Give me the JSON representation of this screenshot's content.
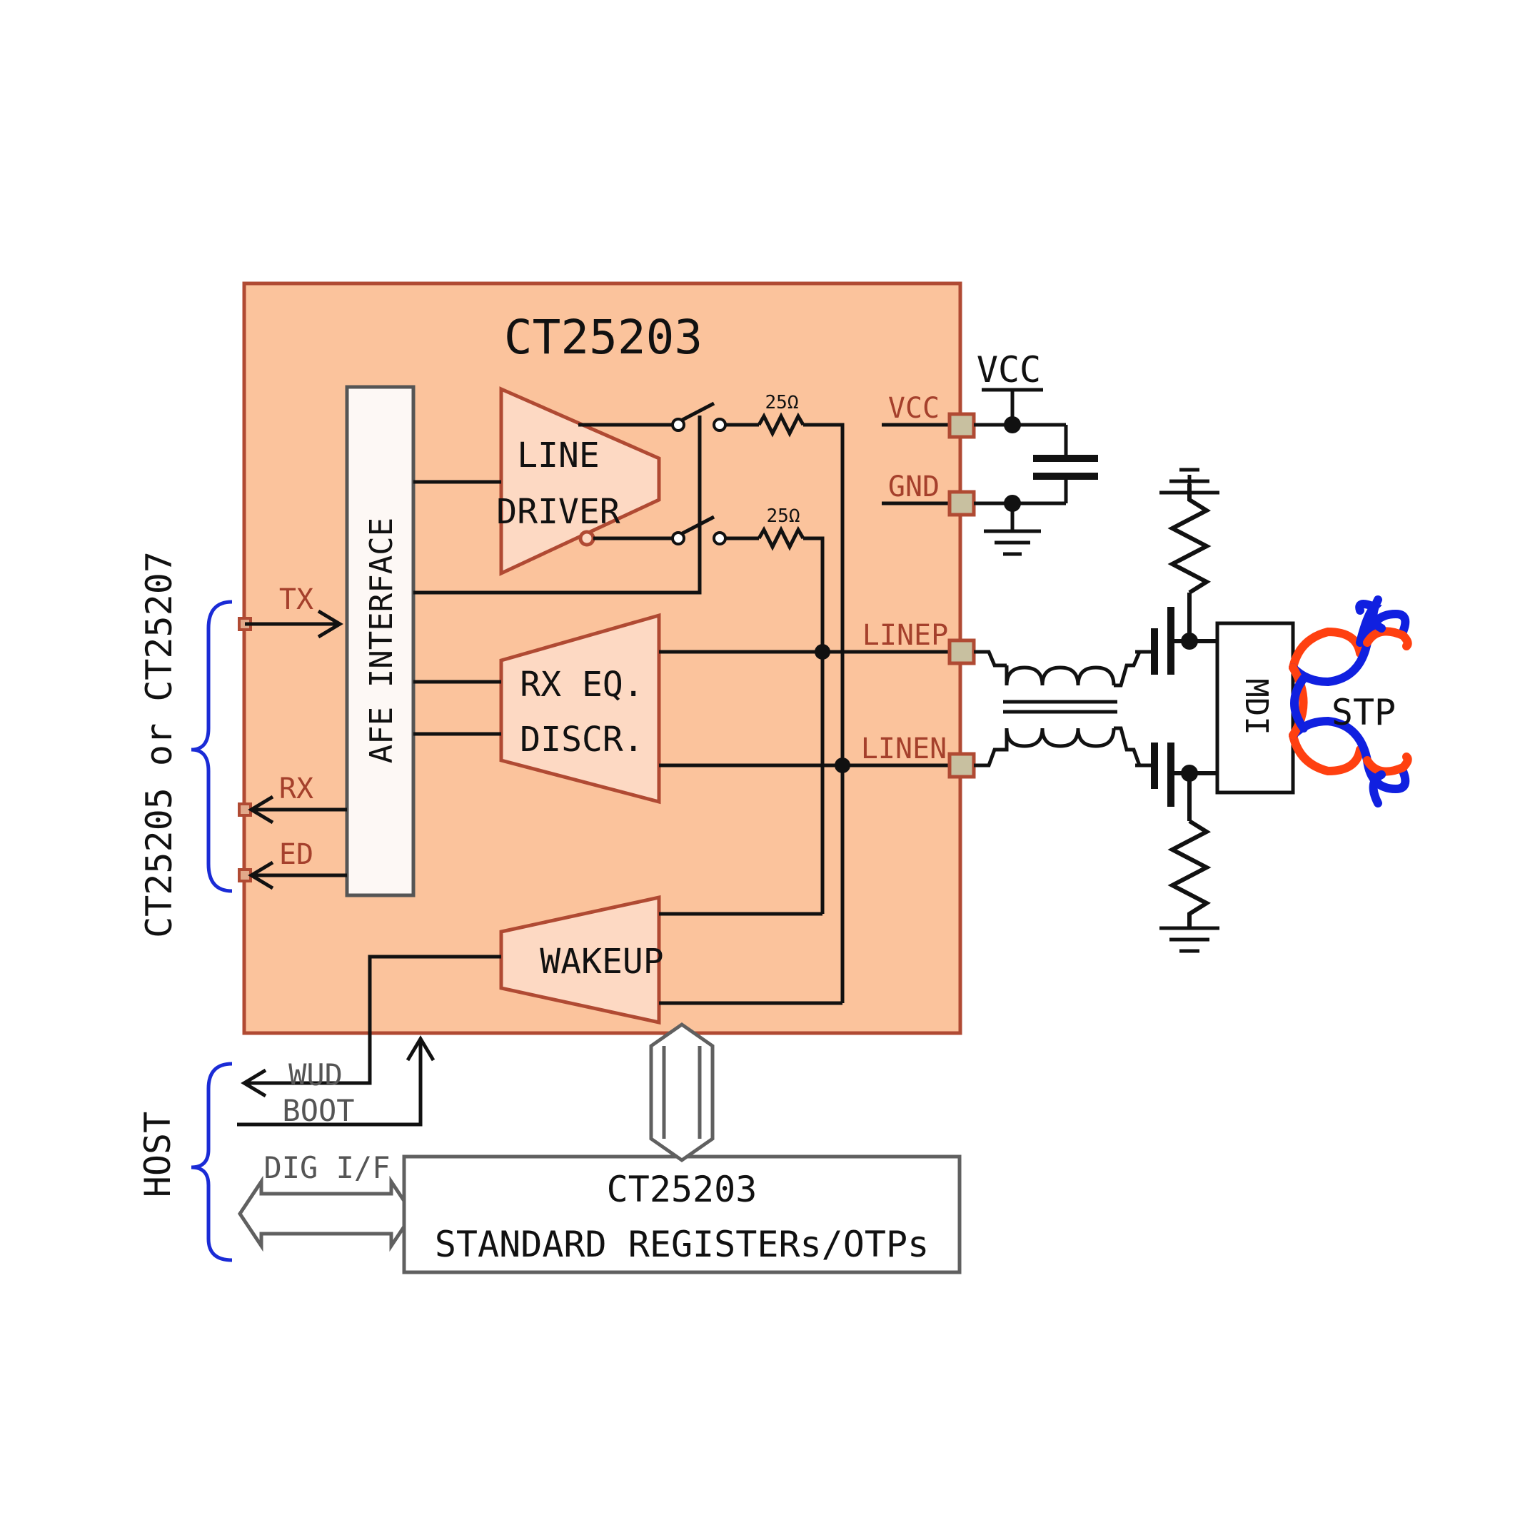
{
  "chip": {
    "title": "CT25203"
  },
  "blocks": {
    "afe": "AFE INTERFACE",
    "line_driver_1": "LINE",
    "line_driver_2": "DRIVER",
    "rx_1": "RX EQ.",
    "rx_2": "DISCR.",
    "wakeup": "WAKEUP",
    "registers_1": "CT25203",
    "registers_2": "STANDARD REGISTERs/OTPs",
    "mdi": "MDI"
  },
  "pins": {
    "tx": "TX",
    "rx": "RX",
    "ed": "ED",
    "vcc": "VCC",
    "gnd": "GND",
    "linep": "LINEP",
    "linen": "LINEN"
  },
  "external": {
    "vcc": "VCC",
    "resistor_top": "25Ω",
    "resistor_bottom": "25Ω",
    "stp": "STP",
    "wud": "WUD",
    "boot": "BOOT",
    "dig_if": "DIG I/F"
  },
  "groups": {
    "transceiver": "CT25205 or CT25207",
    "host": "HOST"
  },
  "colors": {
    "chip_fill": "#fbc39c",
    "chip_stroke": "#b04a33",
    "block_fill": "#fdd9c3",
    "pin_label": "#a5402c",
    "brace": "#1a2bd6",
    "cable_red": "#ff4010",
    "cable_blue": "#1020e0",
    "bus_gray": "#606060"
  }
}
